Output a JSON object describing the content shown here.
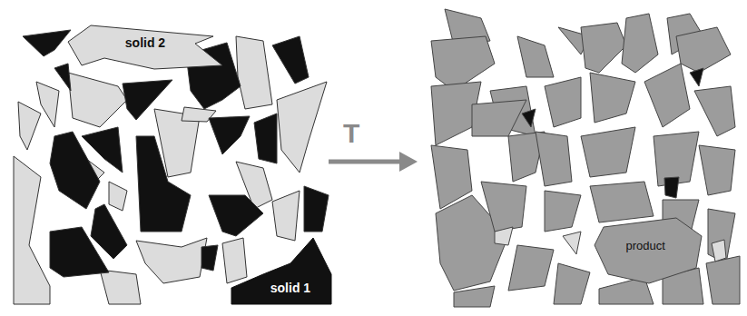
{
  "diagram": {
    "nodes": [
      {
        "text": [
          "solid 2"
        ]
      },
      {
        "text": [
          "solid 1"
        ]
      },
      {
        "text": [
          "product"
        ]
      }
    ],
    "labels": [
      "T"
    ]
  }
}
